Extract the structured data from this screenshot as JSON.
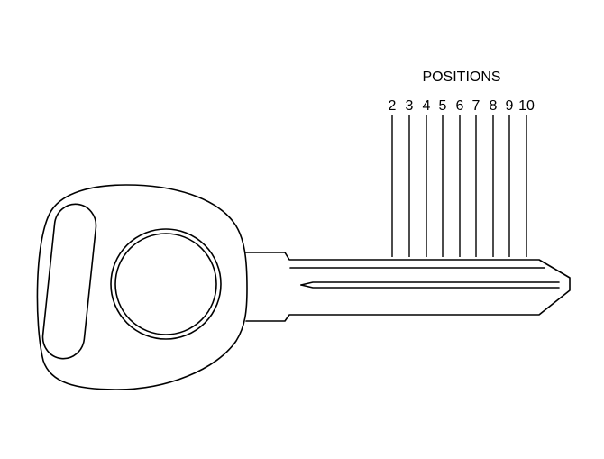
{
  "diagram": {
    "title": "POSITIONS",
    "positions": [
      "2",
      "3",
      "4",
      "5",
      "6",
      "7",
      "8",
      "9",
      "10"
    ]
  }
}
